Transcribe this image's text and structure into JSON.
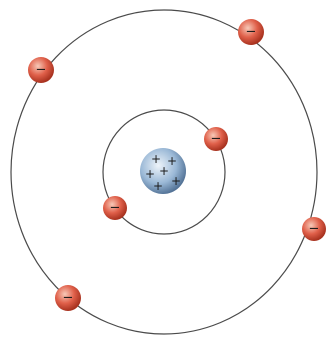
{
  "colors": {
    "orbit": "#4a4a4a",
    "electron_light": "#f7c9b8",
    "electron_mid": "#e0604a",
    "electron_dark": "#a8321f",
    "nucleus_light": "#eef4fa",
    "nucleus_mid": "#9ab8d6",
    "nucleus_dark": "#4f6f93",
    "sign_color": "#1a1a1a"
  },
  "atom": {
    "nucleus_sign": "+",
    "electron_sign": "−",
    "protons": 6,
    "electrons": 6,
    "inner_shell_electrons": 2,
    "outer_shell_electrons": 4
  }
}
